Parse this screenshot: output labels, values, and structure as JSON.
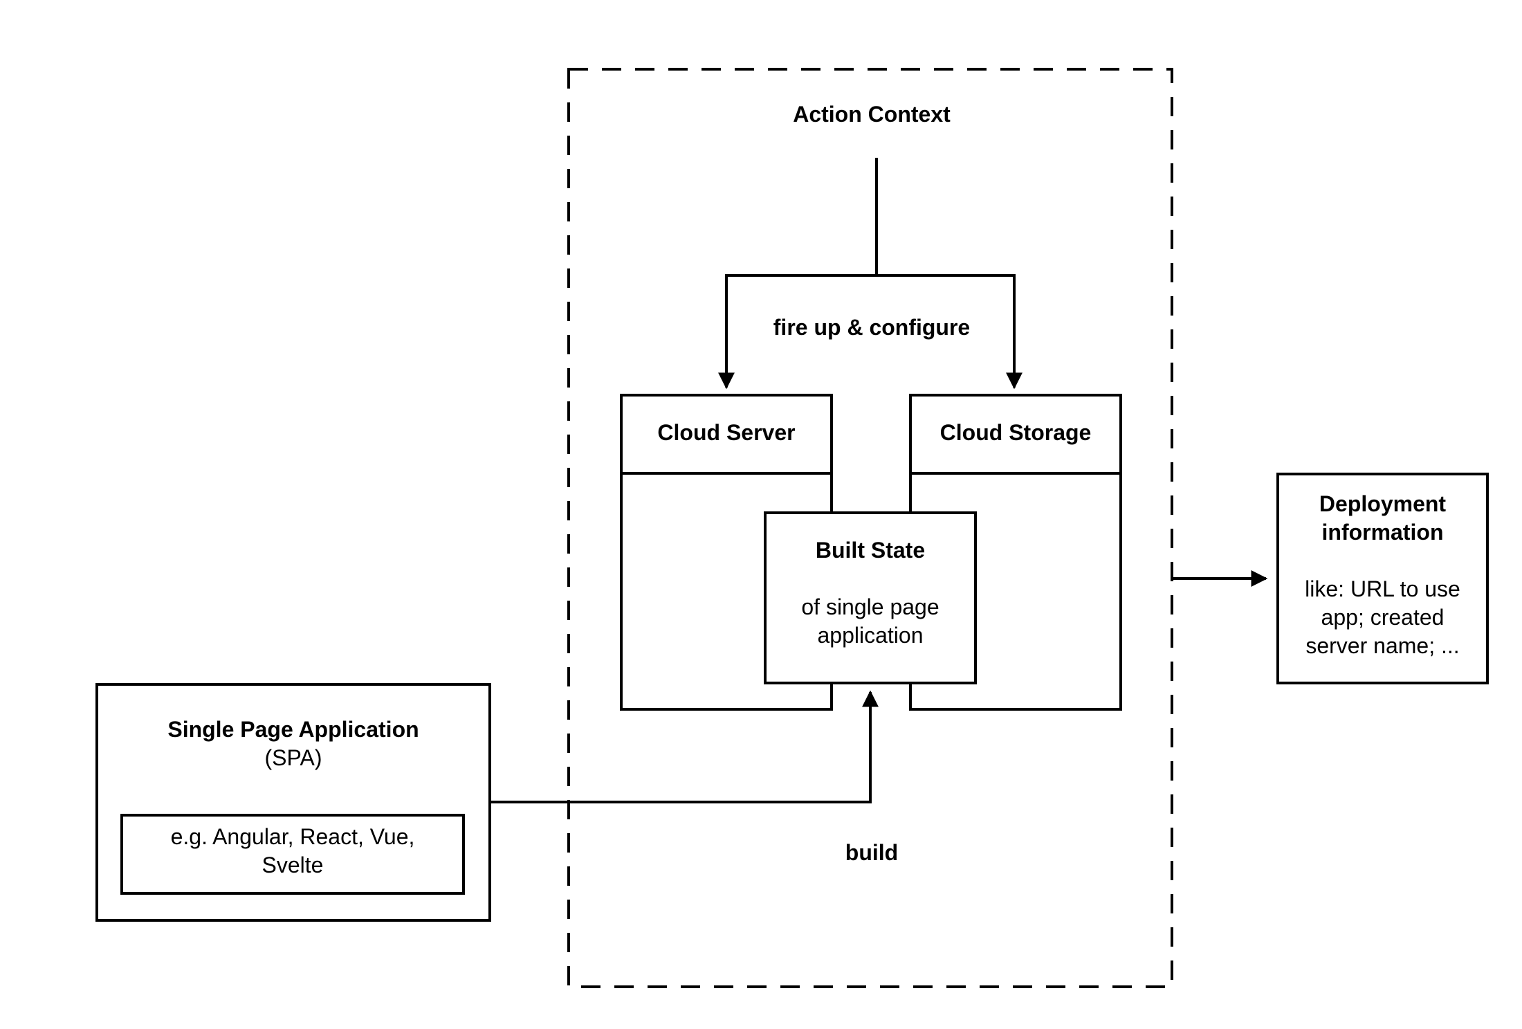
{
  "action_context": {
    "title": "Action Context"
  },
  "edges": {
    "fire_up": "fire up & configure",
    "build": "build"
  },
  "cloud_server": {
    "title": "Cloud Server"
  },
  "cloud_storage": {
    "title": "Cloud Storage"
  },
  "built_state": {
    "title": "Built State",
    "line1": "of single page",
    "line2": "application"
  },
  "spa": {
    "title": "Single Page Application",
    "subtitle": "(SPA)",
    "examples_line1": "e.g. Angular, React, Vue,",
    "examples_line2": "Svelte"
  },
  "deployment": {
    "title_line1": "Deployment",
    "title_line2": "information",
    "desc_line1": "like: URL to use",
    "desc_line2": "app; created",
    "desc_line3": "server name; ..."
  },
  "colors": {
    "stroke": "#000000",
    "background": "#ffffff"
  }
}
